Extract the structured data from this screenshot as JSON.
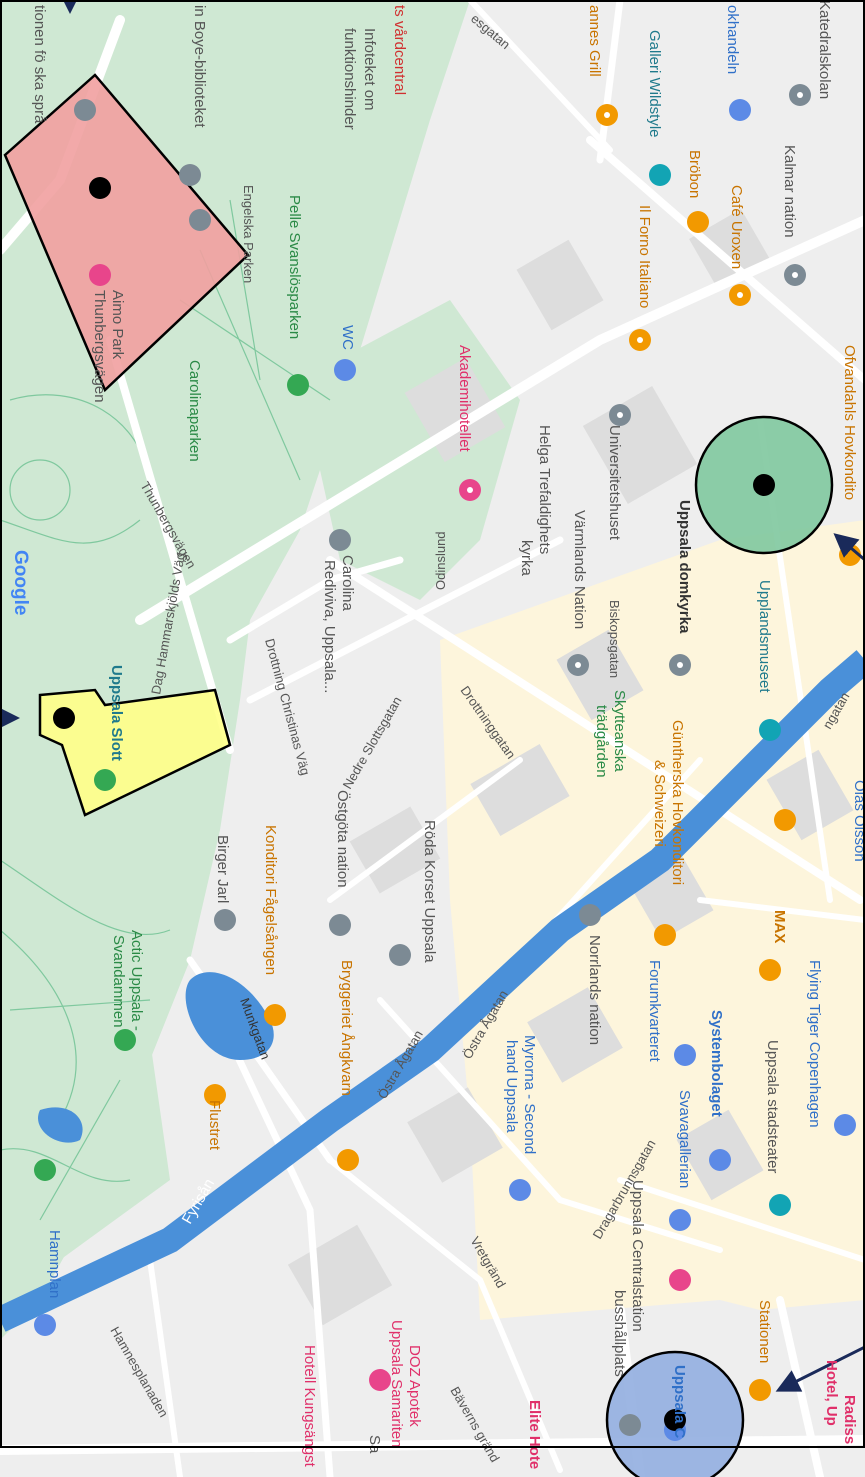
{
  "map": {
    "attribution": "Google",
    "colors": {
      "water": "#4a90d9",
      "park": "#cfe8d3",
      "street_bg": "#eeeeee",
      "pedestrian": "#fdf5dc",
      "red_area": "#f1a0a0",
      "yellow_area": "#ffff88",
      "green_circle": "#7fc89e",
      "blue_circle": "#92aee0",
      "poi_orange": "#f29900",
      "poi_gray": "#7c8a94",
      "poi_green": "#34a853",
      "poi_blue": "#5c8ae6",
      "poi_pink": "#e8458b",
      "poi_teal": "#12a4b4"
    },
    "labels": {
      "katedralskolan": "Katedralskolan",
      "bokhandeln": "okhandeln",
      "galleri": "Galleri Wildstyle",
      "hannes_grill": "annes Grill",
      "vardcentral": "ts vårdcentral",
      "infoteket": "Infoteket om funktionshinder",
      "sprak": "tionen fö ska språ",
      "boye": "in Boye-biblioteket",
      "kalmar": "Kalmar nation",
      "brobon": "Bröbon",
      "cafe_uroxen": "Café Uroxen",
      "il_forno": "Il Forno Italiano",
      "engelska_parken": "Engelska Parken",
      "pelle": "Pelle Svanslösparken",
      "wc": "WC",
      "carolinaparken": "Carolinaparken",
      "aimo": "Aimo Park Thunbergsvägen",
      "akademihotellet": "Akademihotellet",
      "universitetshuset": "Universitetshuset",
      "helga": "Helga Trefaldighets kyrka",
      "varmlands": "Värmlands Nation",
      "ovfrvandahls": "Ofvandahls Hovkondito",
      "thunbergsvagen": "Thunbergsvägen",
      "uppsala_domkyrka": "Uppsala domkyrka",
      "biskopsgatan": "Biskopsgatan",
      "odinslund": "Odinslund",
      "carolina_rediviva": "Carolina Rediviva, Uppsala...",
      "upplandsmuseet": "Upplandsmuseet",
      "dag_hammarskjolds": "Dag Hammarskjölds Väg",
      "drottning_christinas": "Drottning Christinas Väg",
      "uppsala_slott": "Uppsala Slott",
      "nedre_slottsgatan": "Nedre Slottsgatan",
      "drottninggatan": "Drottninggatan",
      "skytteanska": "Skytteanska trädgården",
      "guntherska": "Güntherska Hovkonditori & Schweizeri",
      "ostgota": "Östgöta nation",
      "roda_korset": "Röda Korset Uppsala",
      "birger_jarl": "Birger Jarl",
      "konditori_fagelsangen": "Konditori Fågelsången",
      "norrlands": "Norrlands nation",
      "max": "MAX",
      "flying_tiger": "Flying Tiger Copenhagen",
      "olas": "Olas Olsson",
      "forumkvarteret": "Forumkvarteret",
      "systembolaget": "Systembolaget",
      "uppsala_stadsteater": "Uppsala stadsteater",
      "actic": "Actic Uppsala - Svandammen",
      "munkgatan": "Munkgatan",
      "bryggeriet": "Bryggeriet Ångkvarn",
      "flustret": "Flustret",
      "ostra_agatan": "Östra Ågatan",
      "ostra_agatan2": "Östra Ågatan",
      "fyrisan": "Fyrisån",
      "myrorna": "Myrorna - Second hand Uppsala",
      "svavagallerian": "Svavagallerian",
      "vretgrand": "Vretgränd",
      "dragarbrunnsgatan": "Dragarbrunnsgatan",
      "centralstation": "Uppsala Centralstation busshållplats",
      "stationen": "Stationen",
      "radisson": "Radisson Hotel, Up",
      "hamnplan": "Hamnplan",
      "hamnesplanaden": "Hamnesplanaden",
      "doz": "DOZ Apotek Uppsala Samariten",
      "hotell_kungsangs": "Hotell Kungsängst",
      "elite": "Elite Hote",
      "bavernsgrand": "Bäverns gränd",
      "uppsala_c": "Uppsala C",
      "sa": "Sa",
      "ngatan": "ngatan",
      "esgatan": "esgatan"
    }
  }
}
